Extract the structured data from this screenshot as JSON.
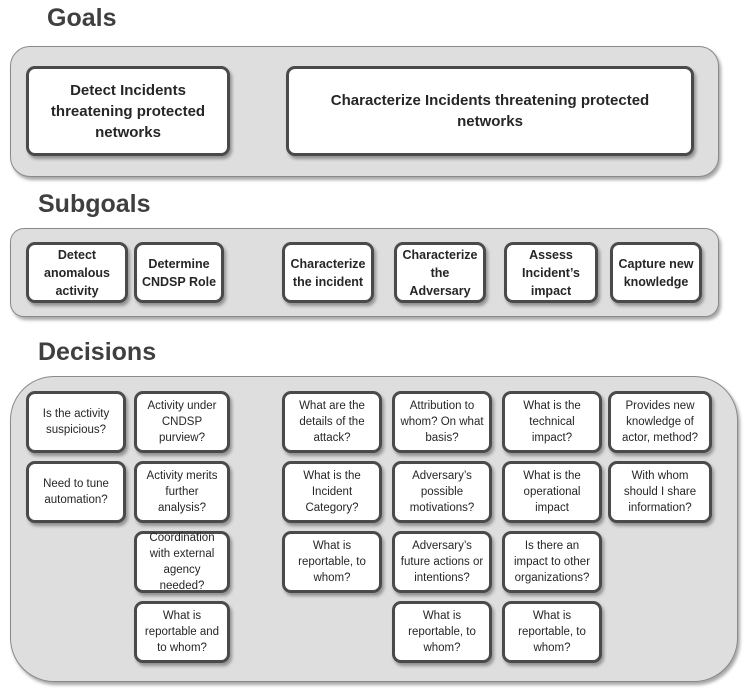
{
  "goals": {
    "heading": "Goals",
    "items": [
      "Detect Incidents threatening protected networks",
      "Characterize Incidents threatening protected networks"
    ]
  },
  "subgoals": {
    "heading": "Subgoals",
    "items": [
      "Detect anomalous activity",
      "Determine CNDSP Role",
      "Characterize the incident",
      "Characterize the Adversary",
      "Assess Incident’s impact",
      "Capture new knowledge"
    ]
  },
  "decisions": {
    "heading": "Decisions",
    "items": [
      "Is the activity suspicious?",
      "Need to tune automation?",
      "Activity under CNDSP purview?",
      "Activity merits further analysis?",
      "Coordination with external agency needed?",
      "What is reportable and to whom?",
      "What are the details of the attack?",
      "What is the Incident Category?",
      "What is reportable, to whom?",
      "Attribution to whom? On what basis?",
      "Adversary’s possible motivations?",
      "Adversary’s future actions or intentions?",
      "What is reportable, to whom?",
      "What is the technical impact?",
      "What is the operational impact",
      "Is there an impact to other organizations?",
      "What is reportable, to whom?",
      "Provides new knowledge of actor, method?",
      "With whom should I share information?"
    ]
  }
}
